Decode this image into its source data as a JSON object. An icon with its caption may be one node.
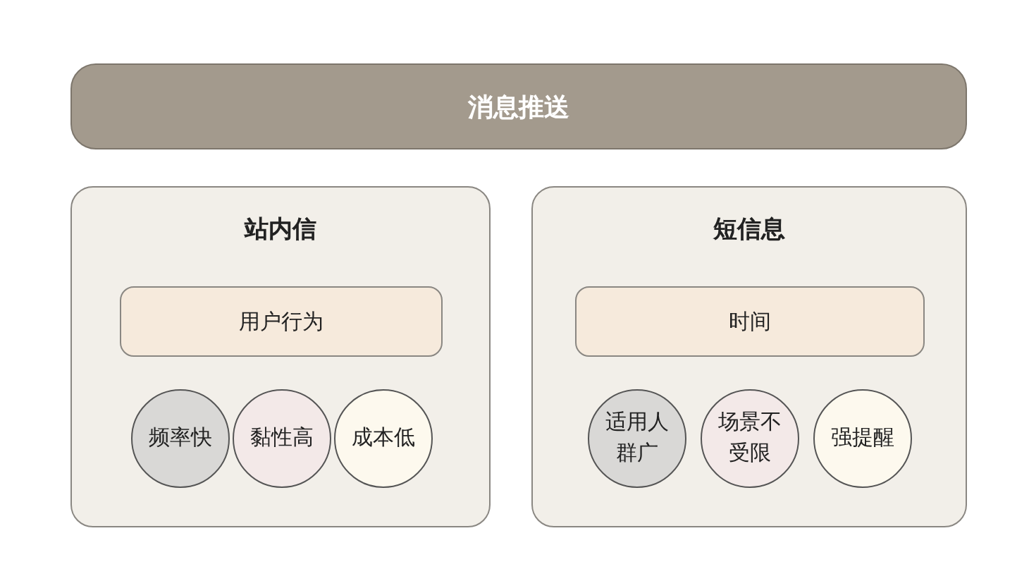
{
  "diagram": {
    "nodes": [
      {
        "text": [
          "消息推送"
        ]
      },
      {
        "text": [
          "站内信"
        ]
      },
      {
        "text": [
          "用户行为"
        ],
        "in": 1
      },
      {
        "text": [
          "频率快"
        ],
        "in": 1
      },
      {
        "text": [
          "黏性高"
        ],
        "in": 1
      },
      {
        "text": [
          "成本低"
        ],
        "in": 1
      },
      {
        "text": [
          "短信息"
        ]
      },
      {
        "text": [
          "时间"
        ],
        "in": 6
      },
      {
        "text": [
          "适用人群广"
        ],
        "in": 6
      },
      {
        "text": [
          "场景不受限"
        ],
        "in": 6
      },
      {
        "text": [
          "强提醒"
        ],
        "in": 6
      }
    ]
  }
}
